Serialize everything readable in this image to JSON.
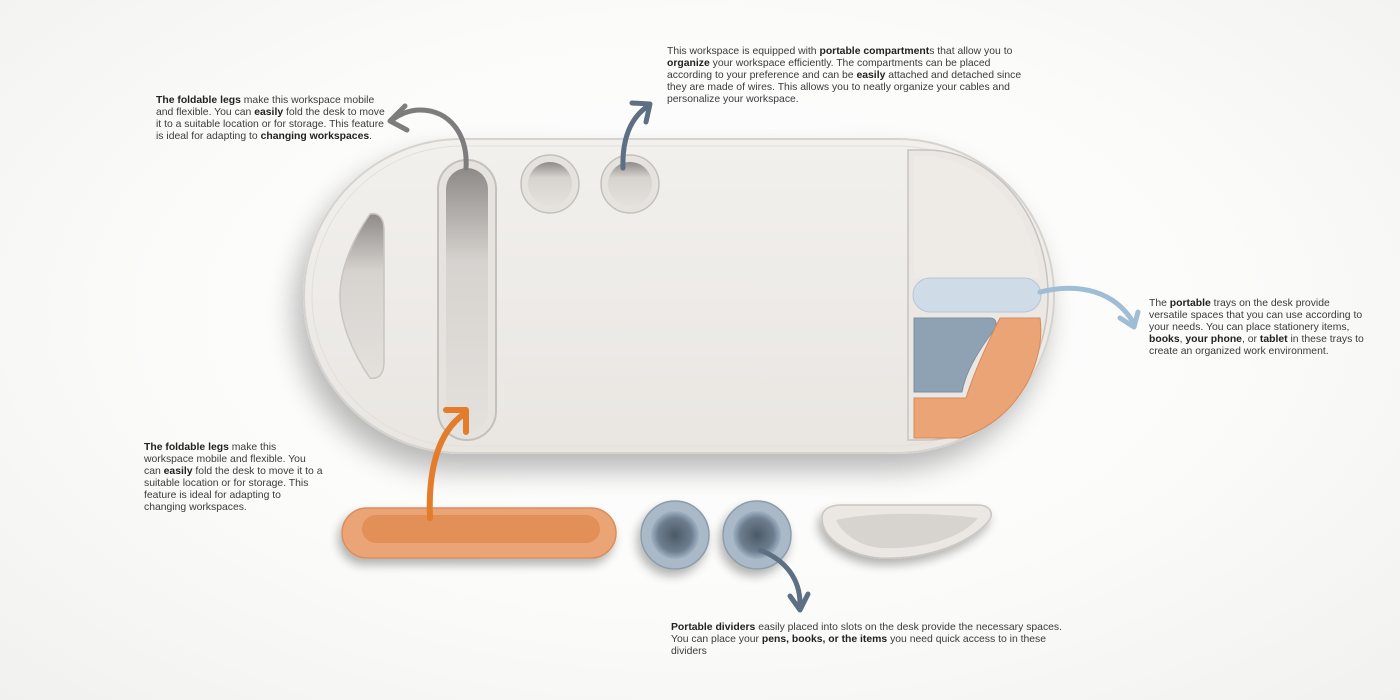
{
  "colors": {
    "desk": "#efedea",
    "desk_edge": "#d9d6d2",
    "orange": "#e99a64",
    "blue": "#8da3b5",
    "light_blue": "#cfdce8",
    "arrow_grey": "#7b7b7b",
    "arrow_blue": "#5a6e82",
    "arrow_light_blue": "#9fbcd3",
    "arrow_orange": "#e27b2a"
  },
  "notes": {
    "legs_top": [
      {
        "t": "The foldable legs",
        "b": true
      },
      {
        "t": " make this workspace mobile and flexible. You can ",
        "b": false
      },
      {
        "t": "easily",
        "b": true
      },
      {
        "t": " fold the desk to move it to a suitable location or for storage. This feature is ideal for adapting to ",
        "b": false
      },
      {
        "t": "changing workspaces",
        "b": true
      },
      {
        "t": ".",
        "b": false
      }
    ],
    "compartments": [
      {
        "t": "This workspace is equipped with ",
        "b": false
      },
      {
        "t": "portable compartment",
        "b": true
      },
      {
        "t": "s that allow you to ",
        "b": false
      },
      {
        "t": "organize",
        "b": true
      },
      {
        "t": " your workspace efficiently. The compartments can be placed according to your preference and can be ",
        "b": false
      },
      {
        "t": "easily",
        "b": true
      },
      {
        "t": " attached and detached since they are made of wires. This allows you to neatly organize your cables and personalize your workspace.",
        "b": false
      }
    ],
    "trays": [
      {
        "t": "The ",
        "b": false
      },
      {
        "t": "portable",
        "b": true
      },
      {
        "t": " trays on the desk provide versatile spaces that you can use according to your needs. You can place stationery items, ",
        "b": false
      },
      {
        "t": "books",
        "b": true
      },
      {
        "t": ", ",
        "b": false
      },
      {
        "t": "your phone",
        "b": true
      },
      {
        "t": ", or ",
        "b": false
      },
      {
        "t": "tablet",
        "b": true
      },
      {
        "t": " in these trays to create an organized work environment.",
        "b": false
      }
    ],
    "legs_bottom": [
      {
        "t": "The foldable legs",
        "b": true
      },
      {
        "t": " make this workspace mobile and flexible. You can ",
        "b": false
      },
      {
        "t": "easily",
        "b": true
      },
      {
        "t": " fold the desk to move it to a suitable location or for storage. This feature is ideal for adapting to changing workspaces.",
        "b": false
      }
    ],
    "dividers": [
      {
        "t": "Portable dividers",
        "b": true
      },
      {
        "t": " easily placed into slots on the desk provide the necessary spaces. You can place your ",
        "b": false
      },
      {
        "t": "pens, books, or the items",
        "b": true
      },
      {
        "t": " you need quick access to in these dividers",
        "b": false
      }
    ]
  }
}
